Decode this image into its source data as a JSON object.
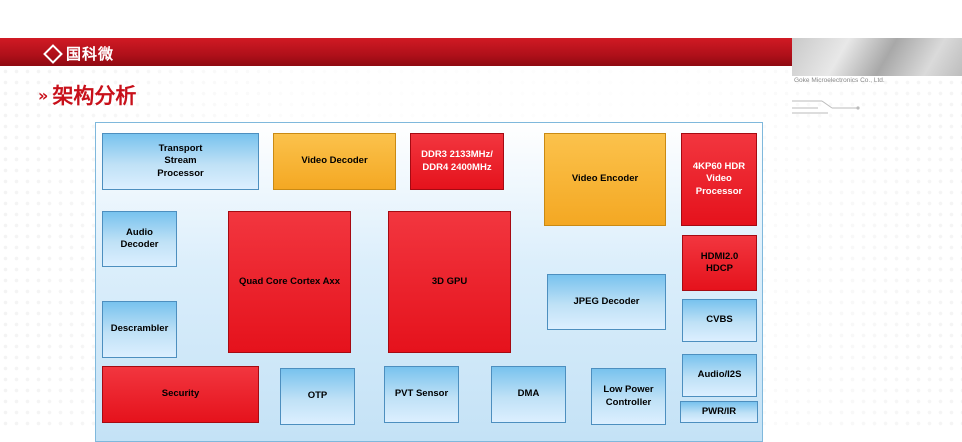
{
  "header": {
    "logo_text": "国科微",
    "company": "Goke Microelectronics Co., Ltd.",
    "title": "架构分析",
    "title_marker": "»"
  },
  "colors": {
    "banner_red": "#c8101a",
    "block_blue": "#a8d6f2",
    "block_yellow": "#f7b12e",
    "block_red": "#e8151e"
  },
  "blocks": {
    "transport": "Transport\nStream\nProcessor",
    "video_decoder": "Video Decoder",
    "ddr": "DDR3 2133MHz/\nDDR4 2400MHz",
    "video_encoder": "Video Encoder",
    "hdr_processor": "4KP60 HDR\nVideo\nProcessor",
    "audio_decoder": "Audio\nDecoder",
    "cpu": "Quad Core Cortex Axx",
    "gpu": "3D GPU",
    "hdmi": "HDMI2.0\nHDCP",
    "jpeg": "JPEG Decoder",
    "descrambler": "Descrambler",
    "cvbs": "CVBS",
    "security": "Security",
    "otp": "OTP",
    "pvt": "PVT Sensor",
    "dma": "DMA",
    "low_power": "Low Power\nController",
    "audio_i2s": "Audio/I2S",
    "pwr_ir": "PWR/IR"
  }
}
